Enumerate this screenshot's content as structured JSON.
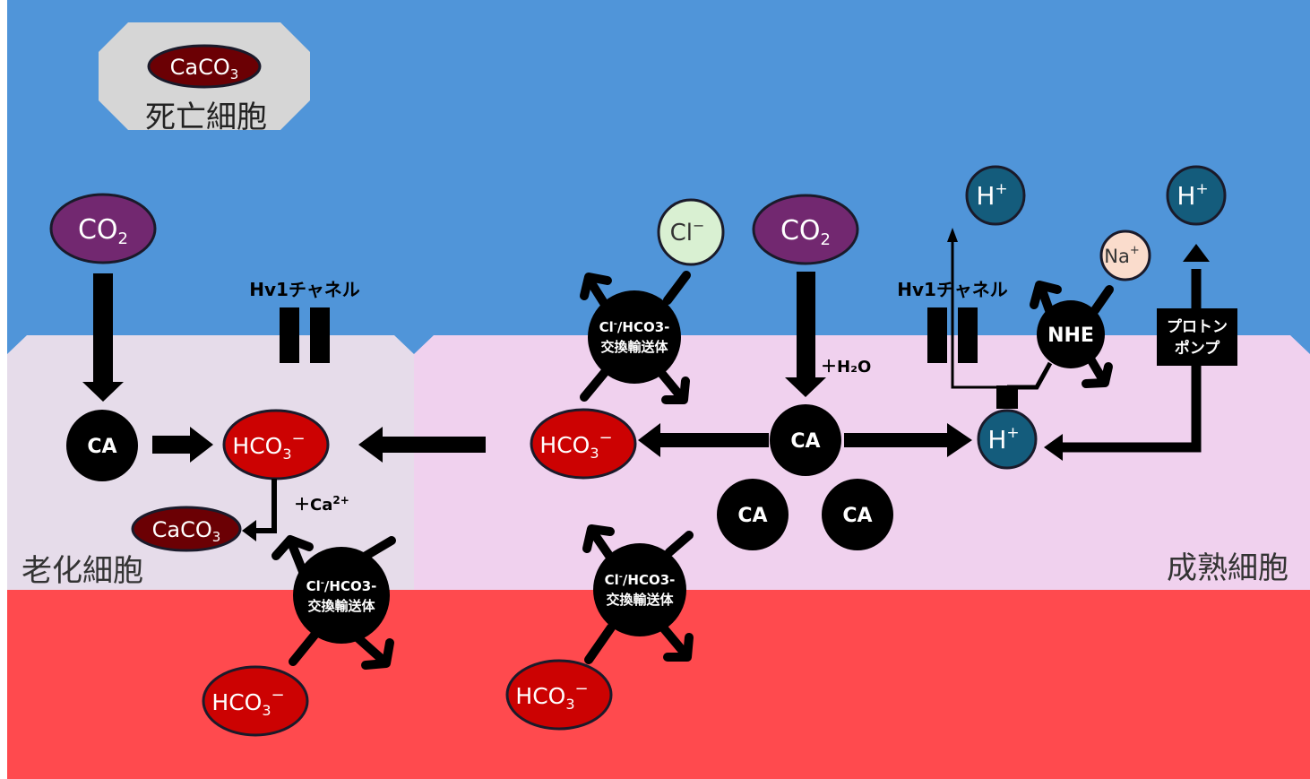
{
  "regions": {
    "seawater_color": "#5095d9",
    "aging_cell_color": "#e6dcea",
    "mature_cell_color": "#f0d1ee",
    "blood_color": "#ff4a4e",
    "dead_cell_color": "#d6d6d6",
    "dead_cell_label": "死亡細胞",
    "aging_cell_label": "老化細胞",
    "mature_cell_label": "成熟細胞"
  },
  "colors": {
    "co2": "#722870",
    "hco3": "#cc0202",
    "caco3": "#6b0004",
    "proton": "#145c7c",
    "chloride": "#d9f0d2",
    "sodium": "#fadccc",
    "enzyme": "#000000"
  },
  "molecules": {
    "caco3": "CaCO",
    "caco3_sub": "3",
    "co2": "CO",
    "co2_sub": "2",
    "hco3": "HCO",
    "hco3_sub": "3",
    "hco3_sup": "−",
    "proton": "H",
    "proton_sup": "+",
    "chloride": "Cl",
    "chloride_sup": "−",
    "sodium": "Na",
    "sodium_sup": "+"
  },
  "labels": {
    "hv1_channel": "Hv1チャネル",
    "ca": "CA",
    "nhe": "NHE",
    "proton_pump_line1": "プロトン",
    "proton_pump_line2": "ポンプ",
    "water": "＋H₂O",
    "calcium": "＋Ca",
    "calcium_sup": "2+",
    "exchanger_line1_a": "Cl",
    "exchanger_line1_sup": "-",
    "exchanger_line1_b": "/HCO3-",
    "exchanger_line2": "交換輸送体"
  }
}
